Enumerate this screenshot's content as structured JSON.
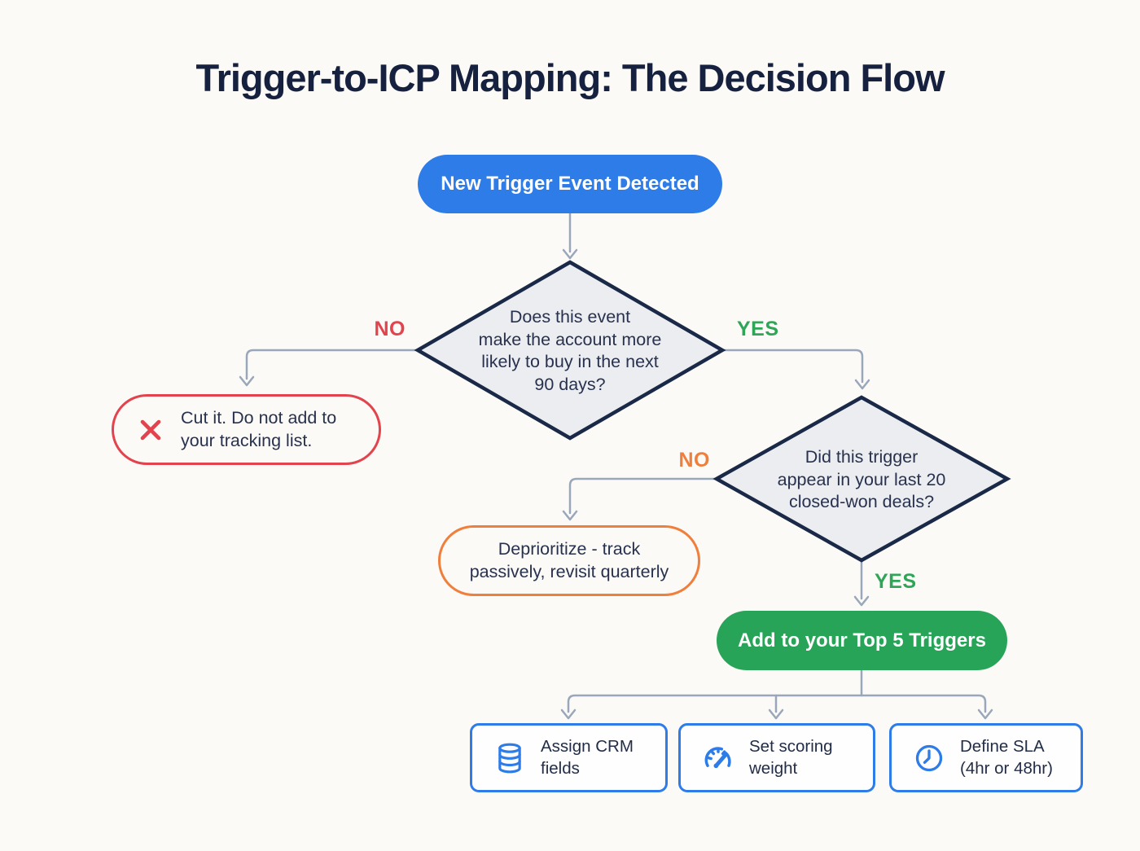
{
  "title": "Trigger-to-ICP Mapping: The Decision Flow",
  "flow": {
    "start": {
      "label": "New Trigger Event Detected"
    },
    "decision1": {
      "label": "Does this event\nmake the account more\nlikely to buy in the next\n90 days?",
      "no_label": "NO",
      "yes_label": "YES"
    },
    "cut": {
      "icon": "x-icon",
      "label": "Cut it. Do not add to\nyour tracking list."
    },
    "decision2": {
      "label": "Did this trigger\nappear in your last 20\nclosed-won deals?",
      "no_label": "NO",
      "yes_label": "YES"
    },
    "deprioritize": {
      "label": "Deprioritize - track\npassively, revisit quarterly"
    },
    "add_top5": {
      "label": "Add to your Top 5 Triggers"
    },
    "actions": [
      {
        "icon": "database-icon",
        "label": "Assign CRM\nfields"
      },
      {
        "icon": "gauge-icon",
        "label": "Set scoring\nweight"
      },
      {
        "icon": "clock-icon",
        "label": "Define SLA\n(4hr or 48hr)"
      }
    ]
  },
  "colors": {
    "background": "#fbfaf7",
    "title_text": "#16203f",
    "body_text": "#28324e",
    "primary_blue": "#2e7ce8",
    "success_green": "#27a457",
    "danger_red": "#e2434c",
    "warning_orange": "#ef7f3c",
    "diamond_fill": "#ecedf1",
    "diamond_border": "#1a2947",
    "connector_gray": "#9aa7ba"
  }
}
